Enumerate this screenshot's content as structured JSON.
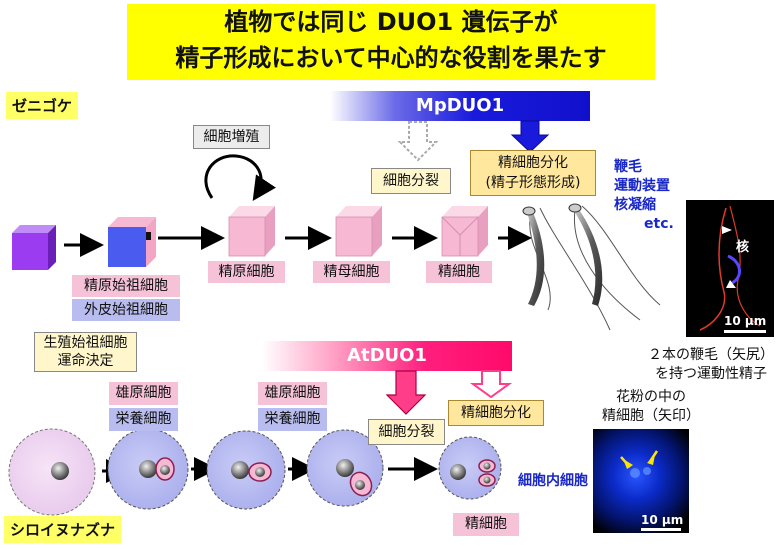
{
  "title": {
    "line1": "植物では同じ DUO1 遺伝子が",
    "line2": "精子形成において中心的な役割を果たす"
  },
  "zenigoke": {
    "species": "ゼニゴケ",
    "gene": "MpDUO1",
    "proliferation": "細胞増殖",
    "cell_division": "細胞分裂",
    "sperm_diff_line1": "精細胞分化",
    "sperm_diff_line2": "(精子形態形成)",
    "features": [
      "鞭毛",
      "運動装置",
      "核凝縮",
      "etc."
    ],
    "cells": {
      "progenitor_a": "精原始祖細胞",
      "progenitor_b": "外皮始祖細胞",
      "spermatogonium": "精原細胞",
      "spermatocyte": "精母細胞",
      "spermatid": "精細胞"
    },
    "micro_nucleus": "核",
    "micro_scale": "10 µm",
    "micro_caption_line1": "２本の鞭毛（矢尻）",
    "micro_caption_line2": "を持つ運動性精子"
  },
  "arabidopsis": {
    "species": "シロイヌナズナ",
    "gene": "AtDUO1",
    "fate_line1": "生殖始祖細胞",
    "fate_line2": "運命決定",
    "gen_cell": "雄原細胞",
    "veg_cell": "栄養細胞",
    "cell_division": "細胞分裂",
    "sperm_diff": "精細胞分化",
    "inner_cell": "細胞内細胞",
    "sperm": "精細胞",
    "micro_caption_line1": "花粉の中の",
    "micro_caption_line2": "精細胞（矢印）",
    "micro_scale": "10 µm"
  },
  "colors": {
    "title_bg": "#ffff00",
    "blue_bar": "#1010cc",
    "pink_bar": "#ff0a6a",
    "pink_cube": "#f6b8d2",
    "purple_cube": "#9b3cf0",
    "blue_cube": "#4a5cf0",
    "pollen": "#b9bcef"
  }
}
